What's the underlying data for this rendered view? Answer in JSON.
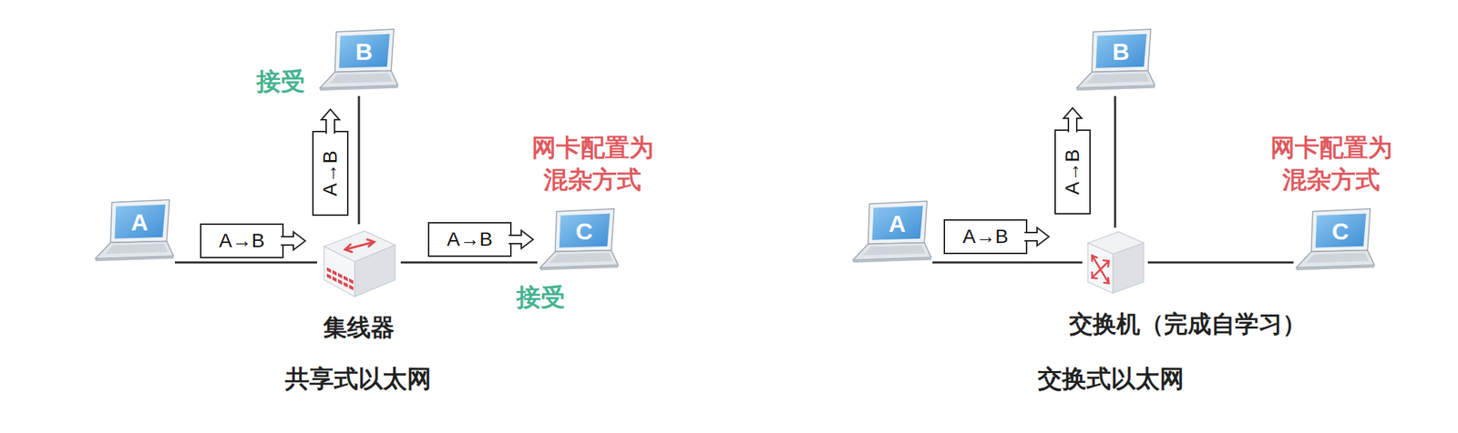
{
  "diagram": {
    "nodes": [
      {
        "text": [
          "A"
        ]
      },
      {
        "text": [
          "B"
        ]
      },
      {
        "text": [
          "集线器"
        ]
      },
      {
        "text": [
          "C"
        ]
      },
      {
        "text": [
          "A→B"
        ]
      },
      {
        "text": [
          "A→B"
        ]
      },
      {
        "text": [
          "A→B"
        ]
      },
      {
        "text": [
          "A"
        ]
      },
      {
        "text": [
          "B"
        ]
      },
      {
        "text": [
          "交换机（完成自学习）"
        ]
      },
      {
        "text": [
          "C"
        ]
      },
      {
        "text": [
          "A→B"
        ]
      },
      {
        "text": [
          "A→B"
        ]
      }
    ],
    "edges": [
      {
        "from": 0,
        "to": 2,
        "arrow": "none"
      },
      {
        "from": 2,
        "to": 1,
        "arrow": "none"
      },
      {
        "from": 2,
        "to": 3,
        "arrow": "none"
      },
      {
        "from": 7,
        "to": 9,
        "arrow": "none"
      },
      {
        "from": 9,
        "to": 8,
        "arrow": "none"
      },
      {
        "from": 9,
        "to": 10,
        "arrow": "none"
      }
    ],
    "labels": [
      "接受",
      "网卡配置为 混杂方式",
      "接受",
      "共享式以太网",
      "网卡配置为 混杂方式",
      "交换式以太网"
    ]
  }
}
